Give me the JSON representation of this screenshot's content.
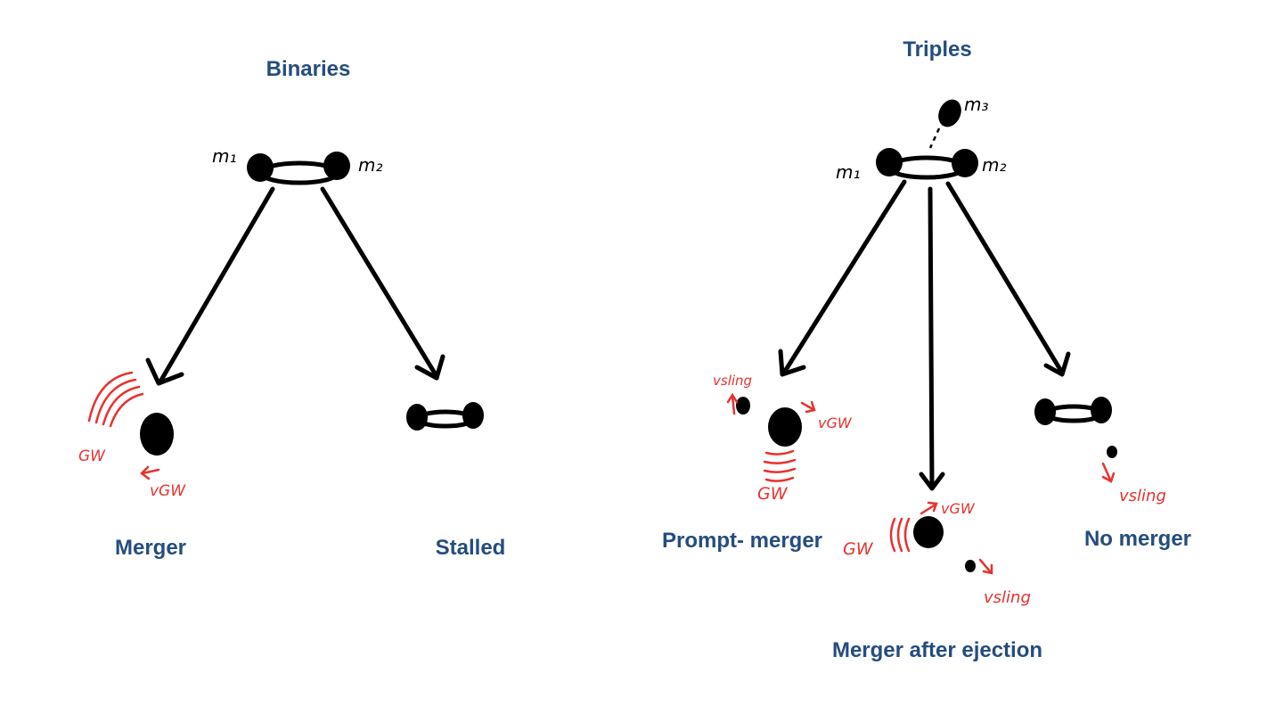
{
  "binaries": {
    "title": "Binaries",
    "mass1": "m₁",
    "mass2": "m₂",
    "outcome_left": "Merger",
    "outcome_right": "Stalled",
    "gw": "GW",
    "vgw": "vGW"
  },
  "triples": {
    "title": "Triples",
    "mass1": "m₁",
    "mass2": "m₂",
    "mass3": "m₃",
    "outcome_left": "Prompt- merger",
    "outcome_middle": "Merger after ejection",
    "outcome_right": "No merger",
    "gw": "GW",
    "vgw": "vGW",
    "vsling": "vsling"
  },
  "colors": {
    "heading": "#254d7e",
    "ink": "#000000",
    "annotation": "#e8322e"
  }
}
